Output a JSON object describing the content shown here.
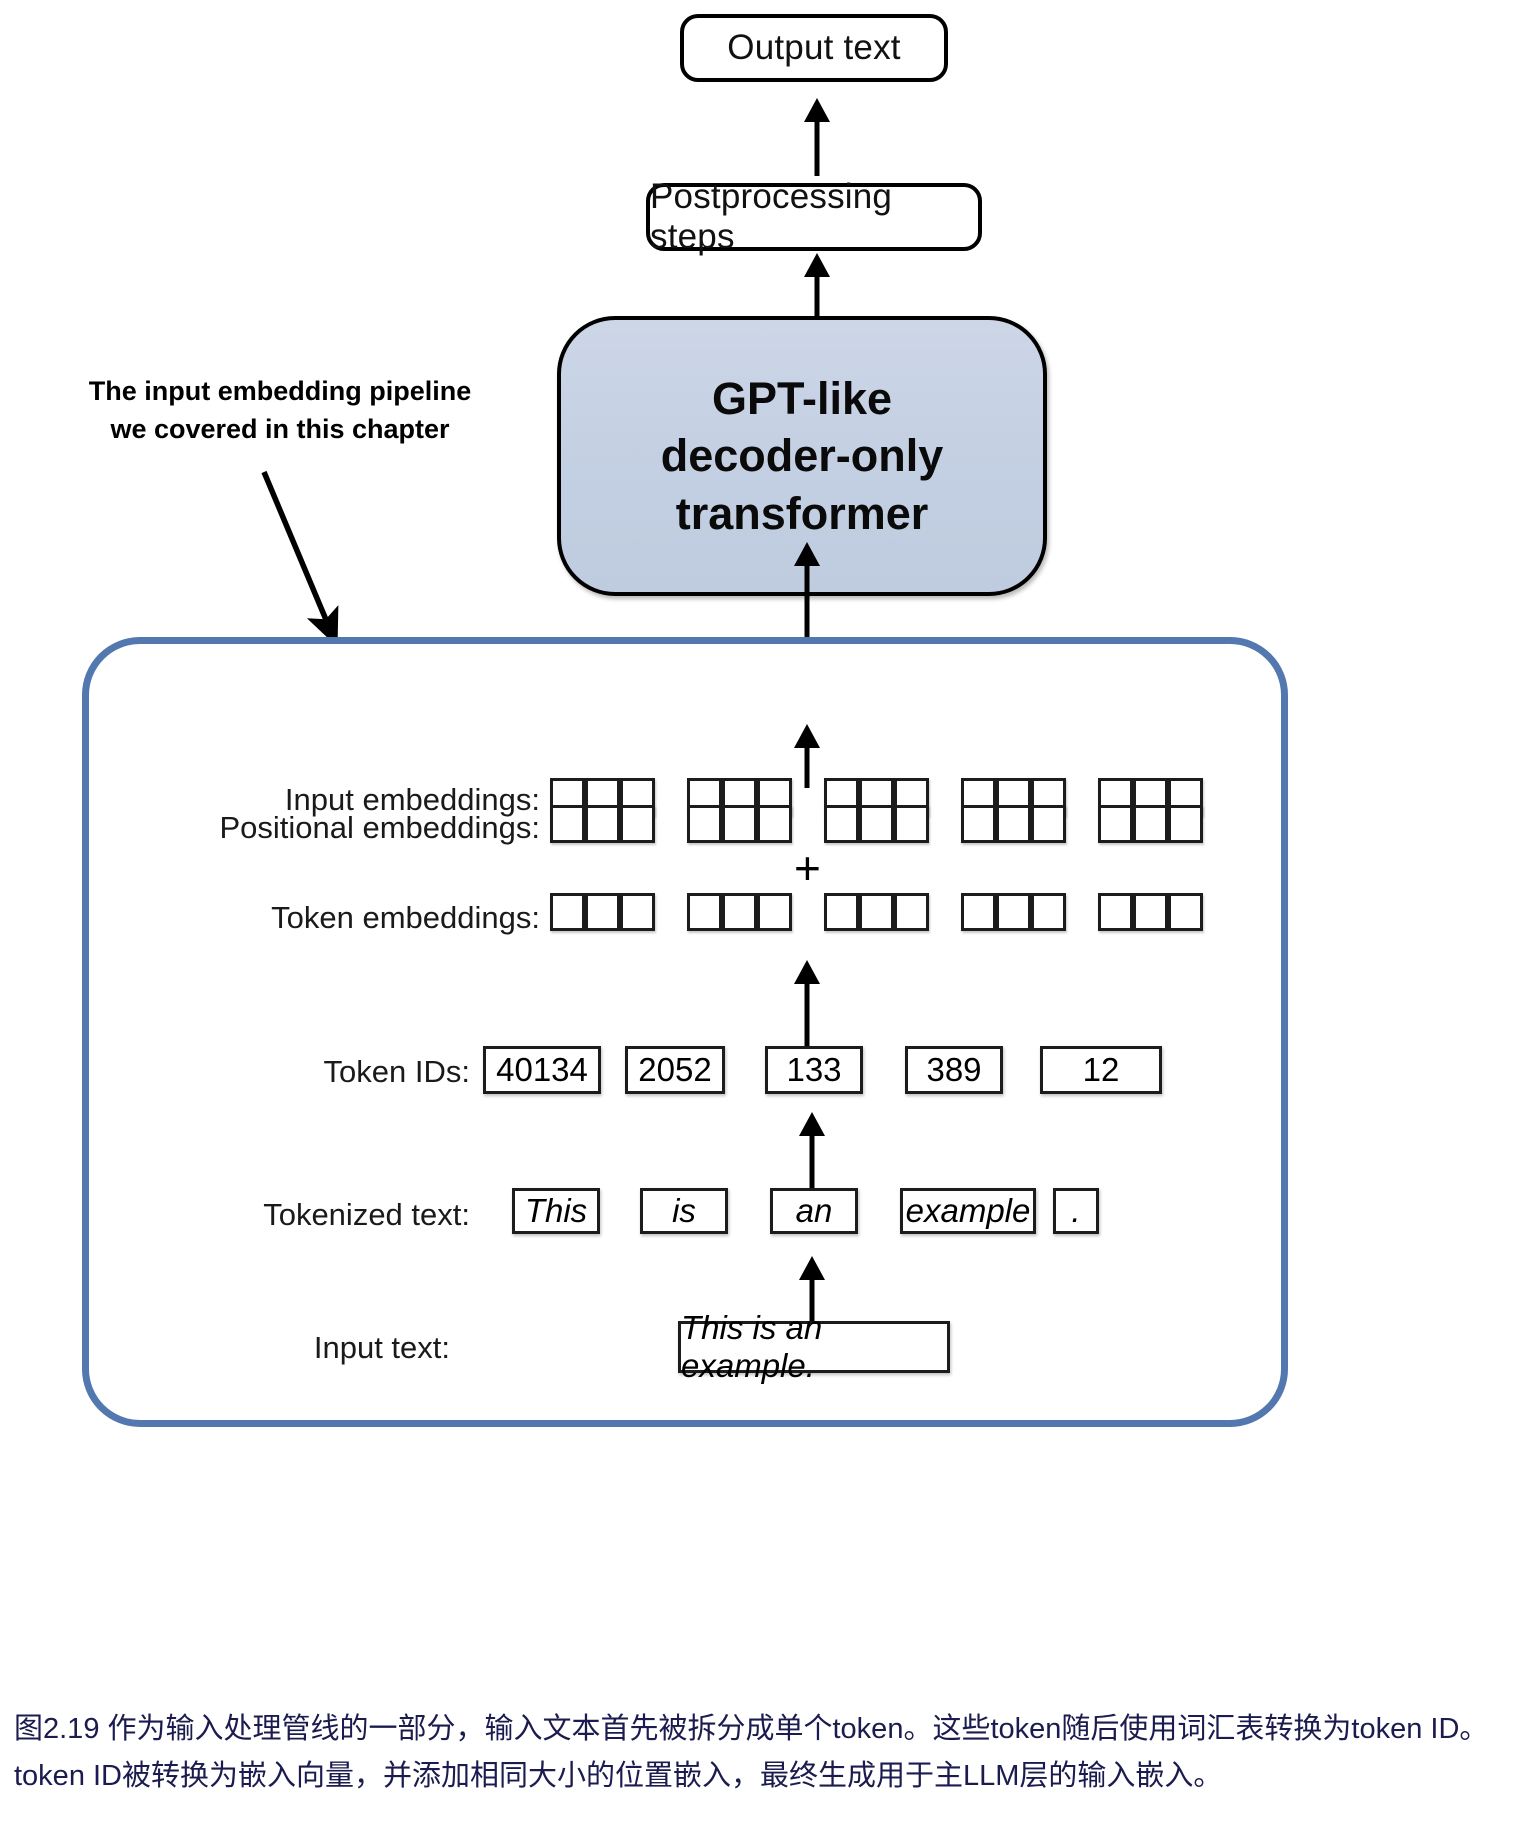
{
  "figure": {
    "top_boxes": {
      "output_text": "Output text",
      "postprocessing": "Postprocessing steps",
      "transformer": "GPT-like\ndecoder-only\ntransformer"
    },
    "annotation": "The input embedding pipeline\nwe covered in this chapter",
    "rows": [
      {
        "label": "Input embeddings:",
        "kind": "cells",
        "groups": 5,
        "cells_per_group": 3
      },
      {
        "label": "Positional embeddings:",
        "kind": "cells",
        "groups": 5,
        "cells_per_group": 3
      },
      {
        "label": "Token embeddings:",
        "kind": "cells",
        "groups": 5,
        "cells_per_group": 3
      },
      {
        "label": "Token IDs:",
        "kind": "boxes",
        "values": [
          "40134",
          "2052",
          "133",
          "389",
          "12"
        ]
      },
      {
        "label": "Tokenized text:",
        "kind": "boxes",
        "values": [
          "This",
          "is",
          "an",
          "example",
          "."
        ]
      },
      {
        "label": "Input text:",
        "kind": "boxes",
        "values": [
          "This is an example."
        ]
      }
    ],
    "plus_symbol": "+",
    "caption": "图2.19 作为输入处理管线的一部分，输入文本首先被拆分成单个token。这些token随后使用词汇表转换为token ID。token ID被转换为嵌入向量，并添加相同大小的位置嵌入，最终生成用于主LLM层的输入嵌入。",
    "colors": {
      "container_border": "#5278af",
      "transformer_fill": "#c5d0e3",
      "caption_text": "#1b1b4f",
      "stroke": "#000000"
    }
  }
}
